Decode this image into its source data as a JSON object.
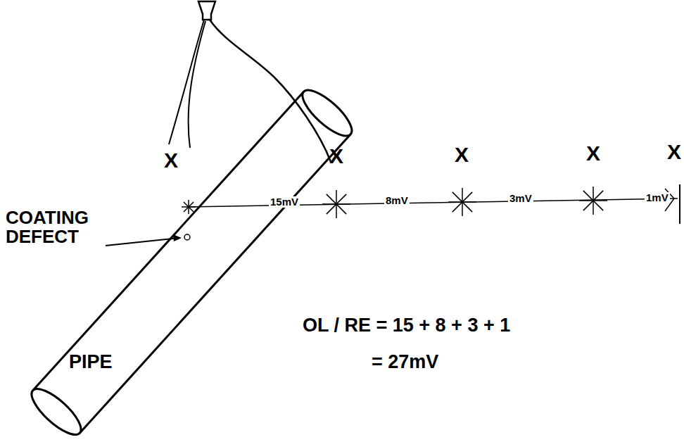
{
  "diagram": {
    "labels": [
      "X",
      "X",
      "X",
      "X",
      "X",
      "COATING DEFECT",
      "15mV",
      "8mV",
      "3mV",
      "1mV",
      "PIPE",
      "OL / RE = 15 + 8 + 3 + 1",
      "= 27mV"
    ]
  }
}
